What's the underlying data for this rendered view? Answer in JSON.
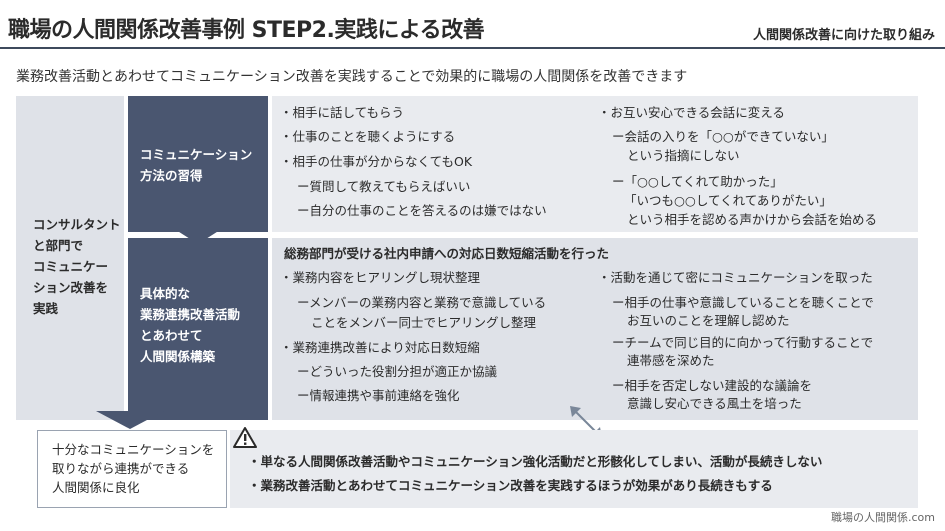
{
  "header": {
    "title": "職場の人間関係改善事例  STEP2.実践による改善",
    "top_right": "人間関係改善に向けた取り組み"
  },
  "subtitle": "業務改善活動とあわせてコミュニケーション改善を実践することで効果的に職場の人間関係を改善できます",
  "left_label": [
    "コンサルタント",
    "と部門で",
    "コミュニケー",
    "ション改善を",
    "実践"
  ],
  "row1": {
    "label": [
      "コミュニケーション",
      "方法の習得"
    ],
    "col1": [
      "・相手に話してもらう",
      "・仕事のことを聴くようにする",
      "・相手の仕事が分からなくてもOK",
      "ー質問して教えてもらえばいい",
      "ー自分の仕事のことを答えるのは嫌ではない"
    ],
    "col2": [
      "・お互い安心できる会話に変える",
      "ー会話の入りを「○○ができていない」",
      "という指摘にしない",
      "ー「○○してくれて助かった」",
      "「いつも○○してくれてありがたい」",
      "という相手を認める声かけから会話を始める"
    ]
  },
  "row2": {
    "label": [
      "具体的な",
      "業務連携改善活動",
      "とあわせて",
      "人間関係構築"
    ],
    "heading": "総務部門が受ける社内申請への対応日数短縮活動を行った",
    "col1": [
      "・業務内容をヒアリングし現状整理",
      "ーメンバーの業務内容と業務で意識している",
      "ことをメンバー同士でヒアリングし整理",
      "・業務連携改善により対応日数短縮",
      "ーどういった役割分担が適正か協議",
      "ー情報連携や事前連絡を強化"
    ],
    "col2": [
      "・活動を通じて密にコミュニケーションを取った",
      "ー相手の仕事や意識していることを聴くことで",
      "お互いのことを理解し認めた",
      "ーチームで同じ目的に向かって行動することで",
      "連帯感を深めた",
      "ー相手を否定しない建設的な議論を",
      "意識し安心できる風土を培った"
    ]
  },
  "result": [
    "十分なコミュニケーションを",
    "取りながら連携ができる",
    "人間関係に良化"
  ],
  "warning": [
    "・単なる人間関係改善活動やコミュニケーション強化活動だと形骸化してしまい、活動が長続きしない",
    "・業務改善活動とあわせてコミュニケーション改善を実践するほうが効果があり長続きもする"
  ],
  "footer": "職場の人間関係.com",
  "colors": {
    "dark": "#4a5670",
    "light": "#e9ebef",
    "rule": "#3d4a5c"
  }
}
